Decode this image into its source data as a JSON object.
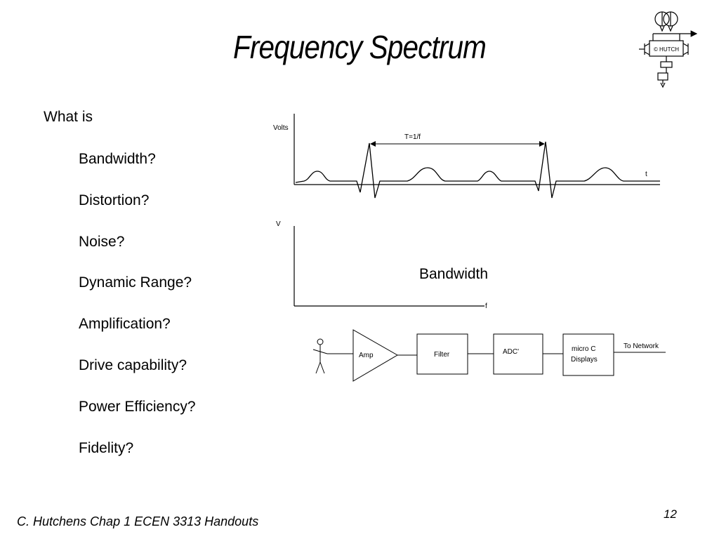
{
  "slide": {
    "title": "Frequency Spectrum",
    "intro": "What is",
    "questions": [
      "Bandwidth?",
      "Distortion?",
      "Noise?",
      "Dynamic Range?",
      "Amplification?",
      "Drive capability?",
      "Power Efficiency?",
      "Fidelity?"
    ],
    "footer": "C. Hutchens Chap 1 ECEN 3313 Handouts",
    "page_number": "12"
  },
  "logo": {
    "text": "© HUTCH"
  },
  "time_plot": {
    "y_label": "Volts",
    "x_label": "t",
    "period_label": "T=1/f"
  },
  "freq_plot": {
    "y_label": "V",
    "x_label": "f",
    "annotation": "Bandwidth"
  },
  "block_diagram": {
    "blocks": {
      "amp": "Amp",
      "filter": "Filter",
      "adc": "ADC'",
      "micro_line1": "micro C",
      "micro_line2": "Displays"
    },
    "output_label": "To Network"
  },
  "colors": {
    "ink": "#000000",
    "background": "#ffffff"
  }
}
